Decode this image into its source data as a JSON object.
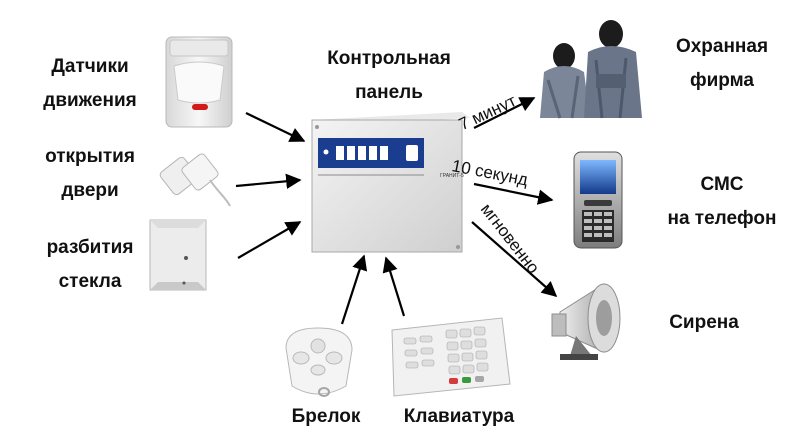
{
  "sensors": {
    "motion": [
      "Датчики",
      "движения"
    ],
    "door": [
      "открытия",
      "двери"
    ],
    "glass": [
      "разбития",
      "стекла"
    ]
  },
  "panel": {
    "label": [
      "Контрольная",
      "панель"
    ],
    "device_name": "ГРАНИТ-5"
  },
  "outputs": {
    "guard": [
      "Охранная",
      "фирма"
    ],
    "sms": [
      "СМС",
      "на телефон"
    ],
    "siren": "Сирена"
  },
  "inputs": {
    "keyfob": "Брелок",
    "keypad": "Клавиатура"
  },
  "delays": {
    "guard": "7 минут",
    "sms": "10 секунд",
    "siren": "мгновенно"
  }
}
